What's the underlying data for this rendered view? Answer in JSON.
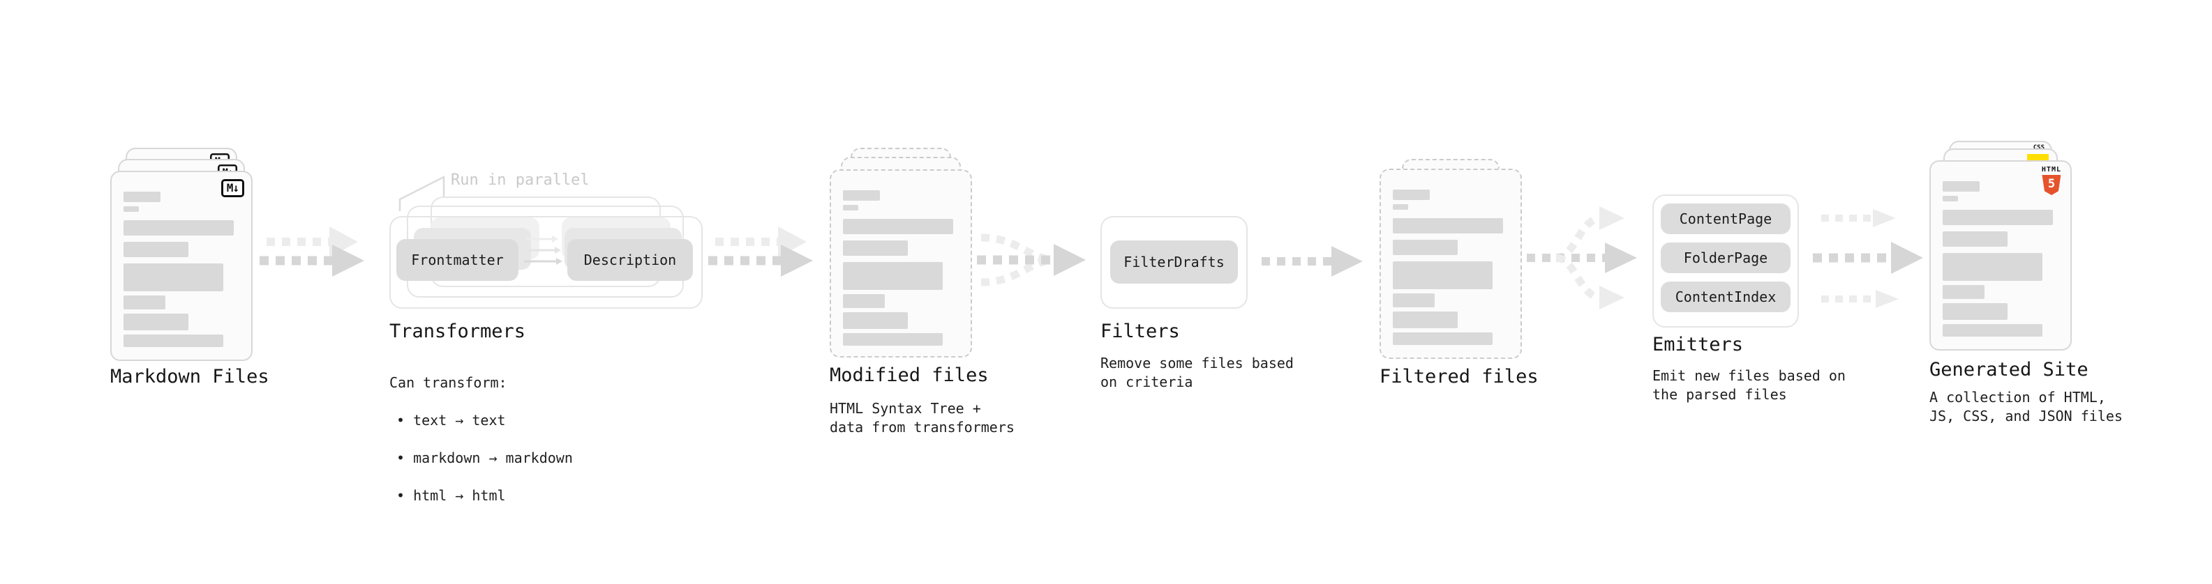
{
  "stages": {
    "markdown": {
      "label": "Markdown Files",
      "badge": "M↓"
    },
    "transformers": {
      "title": "Transformers",
      "annotation": "Run in parallel",
      "node_a": "Frontmatter",
      "node_b": "Description",
      "caption_heading": "Can transform:",
      "bullets": [
        "• text → text",
        "• markdown → markdown",
        "• html → html"
      ]
    },
    "modified": {
      "label": "Modified files",
      "caption": "HTML Syntax Tree +\ndata from transformers"
    },
    "filters": {
      "title": "Filters",
      "node": "FilterDrafts",
      "caption": "Remove some files based\non criteria"
    },
    "filtered": {
      "label": "Filtered files"
    },
    "emitters": {
      "title": "Emitters",
      "nodes": [
        "ContentPage",
        "FolderPage",
        "ContentIndex"
      ],
      "caption": "Emit new files based on\nthe parsed files"
    },
    "generated": {
      "label": "Generated Site",
      "caption": "A collection of HTML,\nJS, CSS, and JSON files",
      "badge_css": "CSS",
      "badge_html_text": "HTML",
      "badge_html_number": "5"
    }
  },
  "colors": {
    "arrow_dark": "#d6d6d6",
    "arrow_light": "#ececec",
    "bar_gray": "#d9d9d9",
    "html5_orange": "#e5532c",
    "js_yellow": "#ffdf00",
    "css_blue": "#2f6df6"
  }
}
